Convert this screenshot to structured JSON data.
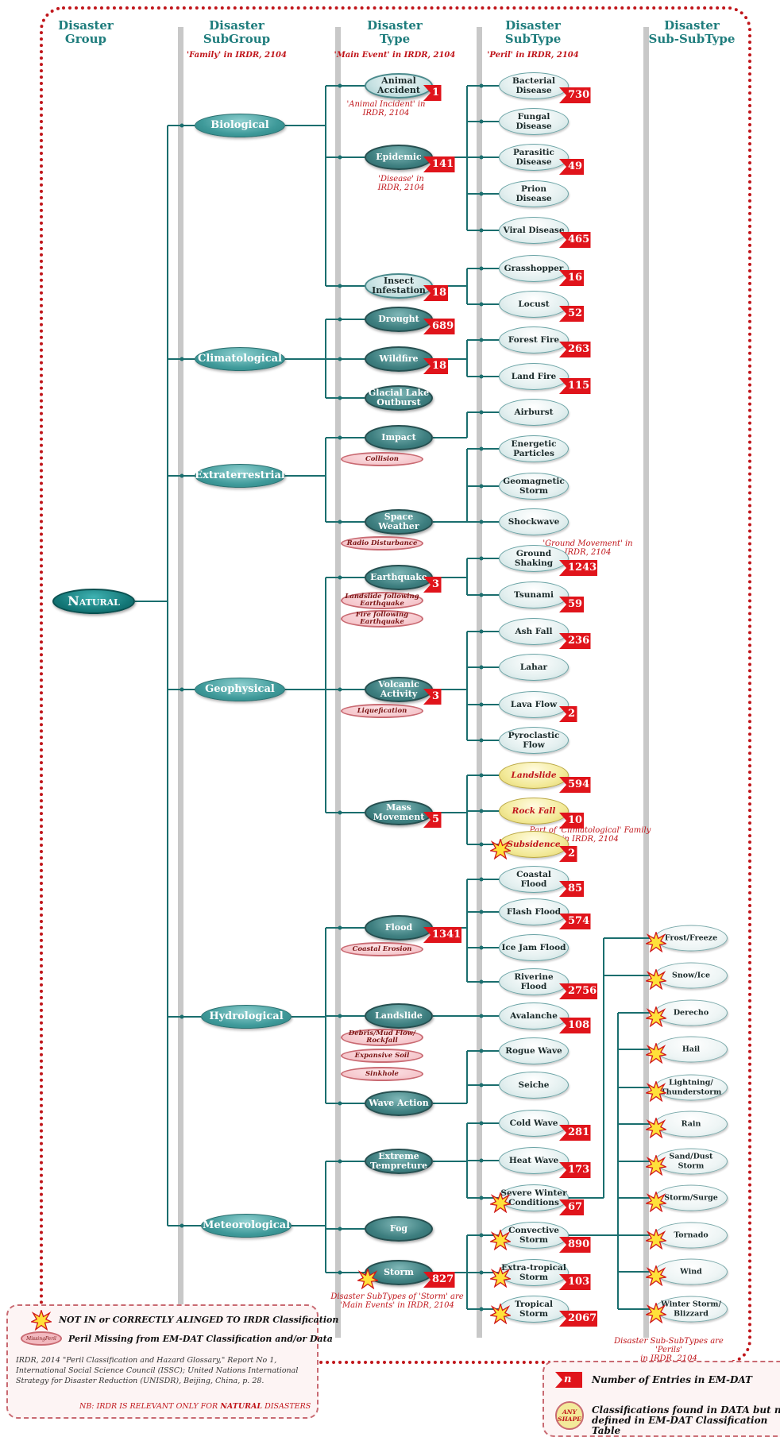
{
  "headers": [
    {
      "title": "Disaster\nGroup",
      "subtitle": ""
    },
    {
      "title": "Disaster\nSubGroup",
      "subtitle": "'Family' in IRDR, 2104"
    },
    {
      "title": "Disaster\nType",
      "subtitle": "'Main Event' in IRDR, 2104"
    },
    {
      "title": "Disaster\nSubType",
      "subtitle": "'Peril' in IRDR, 2104"
    },
    {
      "title": "Disaster\nSub-SubType",
      "subtitle": ""
    }
  ],
  "root": {
    "label": "Natural"
  },
  "groups": [
    {
      "id": "bio",
      "label": "Biological"
    },
    {
      "id": "cli",
      "label": "Climatological"
    },
    {
      "id": "ext",
      "label": "Extraterrestrial"
    },
    {
      "id": "geo",
      "label": "Geophysical"
    },
    {
      "id": "hyd",
      "label": "Hydrological"
    },
    {
      "id": "met",
      "label": "Meteorological"
    }
  ],
  "types": [
    {
      "id": "animal",
      "group": "bio",
      "label": "Animal\nAccident",
      "count": "1",
      "style": "light"
    },
    {
      "id": "epidemic",
      "group": "bio",
      "label": "Epidemic",
      "count": "141",
      "style": "dark"
    },
    {
      "id": "insect",
      "group": "bio",
      "label": "Insect\nInfestation",
      "count": "18",
      "style": "light"
    },
    {
      "id": "drought",
      "group": "cli",
      "label": "Drought",
      "count": "689",
      "style": "dark"
    },
    {
      "id": "wildfire",
      "group": "cli",
      "label": "Wildfire",
      "count": "18",
      "style": "dark"
    },
    {
      "id": "glacial",
      "group": "cli",
      "label": "Glacial Lake\nOutburst",
      "count": "",
      "style": "dark"
    },
    {
      "id": "impact",
      "group": "ext",
      "label": "Impact",
      "count": "",
      "style": "dark"
    },
    {
      "id": "space",
      "group": "ext",
      "label": "Space\nWeather",
      "count": "",
      "style": "dark"
    },
    {
      "id": "earthquake",
      "group": "geo",
      "label": "Earthquake",
      "count": "3",
      "style": "dark"
    },
    {
      "id": "volcanic",
      "group": "geo",
      "label": "Volcanic\nActivity",
      "count": "3",
      "style": "dark"
    },
    {
      "id": "mass",
      "group": "geo",
      "label": "Mass\nMovement",
      "count": "5",
      "style": "dark"
    },
    {
      "id": "flood",
      "group": "hyd",
      "label": "Flood",
      "count": "1341",
      "style": "dark"
    },
    {
      "id": "landslide",
      "group": "hyd",
      "label": "Landslide",
      "count": "",
      "style": "dark"
    },
    {
      "id": "wave",
      "group": "hyd",
      "label": "Wave Action",
      "count": "",
      "style": "dark"
    },
    {
      "id": "extreme",
      "group": "met",
      "label": "Extreme\nTempreture",
      "count": "",
      "style": "dark"
    },
    {
      "id": "fog",
      "group": "met",
      "label": "Fog",
      "count": "",
      "style": "dark"
    },
    {
      "id": "storm",
      "group": "met",
      "label": "Storm",
      "count": "827",
      "style": "dark",
      "star": true
    }
  ],
  "subtypes": [
    {
      "id": "bacterial",
      "type": "epidemic",
      "label": "Bacterial\nDisease",
      "count": "730"
    },
    {
      "id": "fungal",
      "type": "epidemic",
      "label": "Fungal\nDisease",
      "count": ""
    },
    {
      "id": "parasitic",
      "type": "epidemic",
      "label": "Parasitic\nDisease",
      "count": "49"
    },
    {
      "id": "prion",
      "type": "epidemic",
      "label": "Prion\nDisease",
      "count": ""
    },
    {
      "id": "viral",
      "type": "epidemic",
      "label": "Viral Disease",
      "count": "465"
    },
    {
      "id": "grasshopper",
      "type": "insect",
      "label": "Grasshopper",
      "count": "16"
    },
    {
      "id": "locust",
      "type": "insect",
      "label": "Locust",
      "count": "52"
    },
    {
      "id": "forestfire",
      "type": "wildfire",
      "label": "Forest Fire",
      "count": "263"
    },
    {
      "id": "landfire",
      "type": "wildfire",
      "label": "Land Fire",
      "count": "115"
    },
    {
      "id": "airburst",
      "type": "impact",
      "label": "Airburst",
      "count": ""
    },
    {
      "id": "energetic",
      "type": "space",
      "label": "Energetic\nParticles",
      "count": ""
    },
    {
      "id": "geomagnetic",
      "type": "space",
      "label": "Geomagnetic\nStorm",
      "count": ""
    },
    {
      "id": "shockwave",
      "type": "space",
      "label": "Shockwave",
      "count": ""
    },
    {
      "id": "groundshaking",
      "type": "earthquake",
      "label": "Ground\nShaking",
      "count": "1243"
    },
    {
      "id": "tsunami",
      "type": "earthquake",
      "label": "Tsunami",
      "count": "59"
    },
    {
      "id": "ashfall",
      "type": "volcanic",
      "label": "Ash Fall",
      "count": "236"
    },
    {
      "id": "lahar",
      "type": "volcanic",
      "label": "Lahar",
      "count": ""
    },
    {
      "id": "lavaflow",
      "type": "volcanic",
      "label": "Lava Flow",
      "count": "2"
    },
    {
      "id": "pyroclastic",
      "type": "volcanic",
      "label": "Pyroclastic\nFlow",
      "count": ""
    },
    {
      "id": "landslide_st",
      "type": "mass",
      "label": "Landslide",
      "count": "594",
      "style": "yellow"
    },
    {
      "id": "rockfall",
      "type": "mass",
      "label": "Rock Fall",
      "count": "10",
      "style": "yellow"
    },
    {
      "id": "subsidence",
      "type": "mass",
      "label": "Subsidence",
      "count": "2",
      "style": "yellow",
      "star": true
    },
    {
      "id": "coastal",
      "type": "flood",
      "label": "Coastal\nFlood",
      "count": "85"
    },
    {
      "id": "flash",
      "type": "flood",
      "label": "Flash Flood",
      "count": "574"
    },
    {
      "id": "icejam",
      "type": "flood",
      "label": "Ice Jam Flood",
      "count": ""
    },
    {
      "id": "riverine",
      "type": "flood",
      "label": "Riverine\nFlood",
      "count": "2756"
    },
    {
      "id": "avalanche",
      "type": "landslide",
      "label": "Avalanche",
      "count": "108"
    },
    {
      "id": "rogue",
      "type": "wave",
      "label": "Rogue Wave",
      "count": ""
    },
    {
      "id": "seiche",
      "type": "wave",
      "label": "Seiche",
      "count": ""
    },
    {
      "id": "coldwave",
      "type": "extreme",
      "label": "Cold Wave",
      "count": "281"
    },
    {
      "id": "heatwave",
      "type": "extreme",
      "label": "Heat Wave",
      "count": "173"
    },
    {
      "id": "severewinter",
      "type": "extreme",
      "label": "Severe Winter\nConditions",
      "count": "67",
      "star": true
    },
    {
      "id": "convective",
      "type": "storm",
      "label": "Convective\nStorm",
      "count": "890",
      "star": true
    },
    {
      "id": "extratropical",
      "type": "storm",
      "label": "Extra-tropical\nStorm",
      "count": "103",
      "star": true
    },
    {
      "id": "tropical",
      "type": "storm",
      "label": "Tropical Storm",
      "count": "2067",
      "star": true
    }
  ],
  "subsubtypes": [
    {
      "id": "frost",
      "parent": "severewinter",
      "label": "Frost/Freeze"
    },
    {
      "id": "snow",
      "parent": "severewinter",
      "label": "Snow/Ice"
    },
    {
      "id": "derecho",
      "parent": "convective",
      "label": "Derecho"
    },
    {
      "id": "hail",
      "parent": "convective",
      "label": "Hail"
    },
    {
      "id": "lightning",
      "parent": "convective",
      "label": "Lightning/\nThunderstorm"
    },
    {
      "id": "rain",
      "parent": "convective",
      "label": "Rain"
    },
    {
      "id": "sanddust",
      "parent": "convective",
      "label": "Sand/Dust\nStorm"
    },
    {
      "id": "stormsurge",
      "parent": "convective",
      "label": "Storm/Surge"
    },
    {
      "id": "tornado",
      "parent": "convective",
      "label": "Tornado"
    },
    {
      "id": "wind",
      "parent": "convective",
      "label": "Wind"
    },
    {
      "id": "winterstorm",
      "parent": "convective",
      "label": "Winter Storm/\nBlizzard"
    }
  ],
  "missing_perils": [
    {
      "id": "collision",
      "type": "impact",
      "label": "Collision"
    },
    {
      "id": "radio",
      "type": "space",
      "label": "Radio Disturbance"
    },
    {
      "id": "ls_eq",
      "type": "earthquake",
      "label": "Landslide following\nEarthquake"
    },
    {
      "id": "fire_eq",
      "type": "earthquake",
      "label": "Fire following\nEarthquake"
    },
    {
      "id": "liquefaction",
      "type": "volcanic",
      "label": "Liquefication"
    },
    {
      "id": "coastalerosion",
      "type": "flood",
      "label": "Coastal Erosion"
    },
    {
      "id": "debris",
      "type": "landslide",
      "label": "Debris/Mud Flow/\nRockfall"
    },
    {
      "id": "expansive",
      "type": "landslide",
      "label": "Expansive Soil"
    },
    {
      "id": "sinkhole",
      "type": "landslide",
      "label": "Sinkhole"
    }
  ],
  "notes": {
    "animal": "'Animal Incident' in\nIRDR, 2104",
    "disease": "'Disease' in\nIRDR, 2104",
    "ground": "'Ground Movement' in\nIRDR, 2104",
    "climato": "Part of 'Climatological' Family\nin IRDR, 2104",
    "storm": "Disaster SubTypes of 'Storm' are\n'Main Events' in IRDR, 2104",
    "perils": "Disaster Sub-SubTypes are 'Perils'\nin IRDR, 2104"
  },
  "legend": {
    "star_text": "NOT IN or CORRECTLY ALINGED TO IRDR Classification",
    "missing_icon": "MissingPeril",
    "missing_text": "Peril Missing from EM-DAT Classification and/or Data",
    "reference": "IRDR, 2014 \"Peril Classification and Hazard Glossary,\" Report No 1,\n    International Social Science Council (ISSC); United Nations International\n    Strategy for Disaster Reduction (UNISDR), Beijing, China, p. 28.",
    "nb_prefix": "NB: IRDR IS RELEVANT ONLY FOR ",
    "nb_bold": "NATURAL",
    "nb_suffix": " DISASTERS",
    "count_icon": "n",
    "count_text": "Number of Entries in EM-DAT",
    "shape_icon": "ANY\nSHAPE",
    "shape_text": "Classifications found in DATA but not\n    defined in EM-DAT Classification Table"
  },
  "colors": {
    "teal": "#1f7d7d",
    "line": "#1a6e6e",
    "red": "#c0161b",
    "count": "#e0141b",
    "frame": "#c0161b"
  }
}
